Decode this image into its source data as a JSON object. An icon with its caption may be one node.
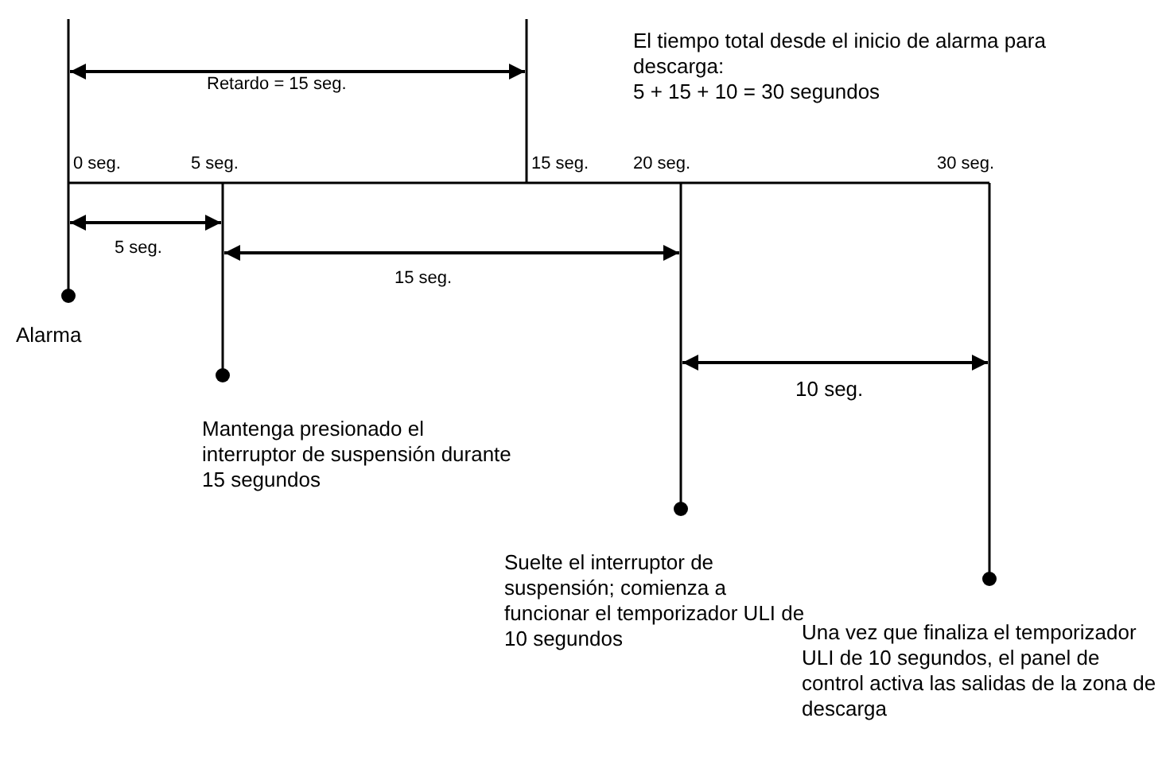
{
  "diagram": {
    "labels": [
      "El tiempo total desde el inicio de alarma para descarga:",
      "5 + 15 + 10 = 30 segundos",
      "Retardo = 15 seg.",
      "0 seg.",
      "5 seg.",
      "15 seg.",
      "20 seg.",
      "30 seg.",
      "5 seg.",
      "15 seg.",
      "Alarma",
      "10 seg.",
      "Mantenga presionado el interruptor de suspensión durante 15 segundos",
      "Suelte el interruptor de suspensión; comienza a funcionar el temporizador ULI de 10 segundos",
      "Una vez que finaliza el temporizador ULI de 10 segundos, el panel de control activa las salidas de la zona de descarga"
    ]
  }
}
